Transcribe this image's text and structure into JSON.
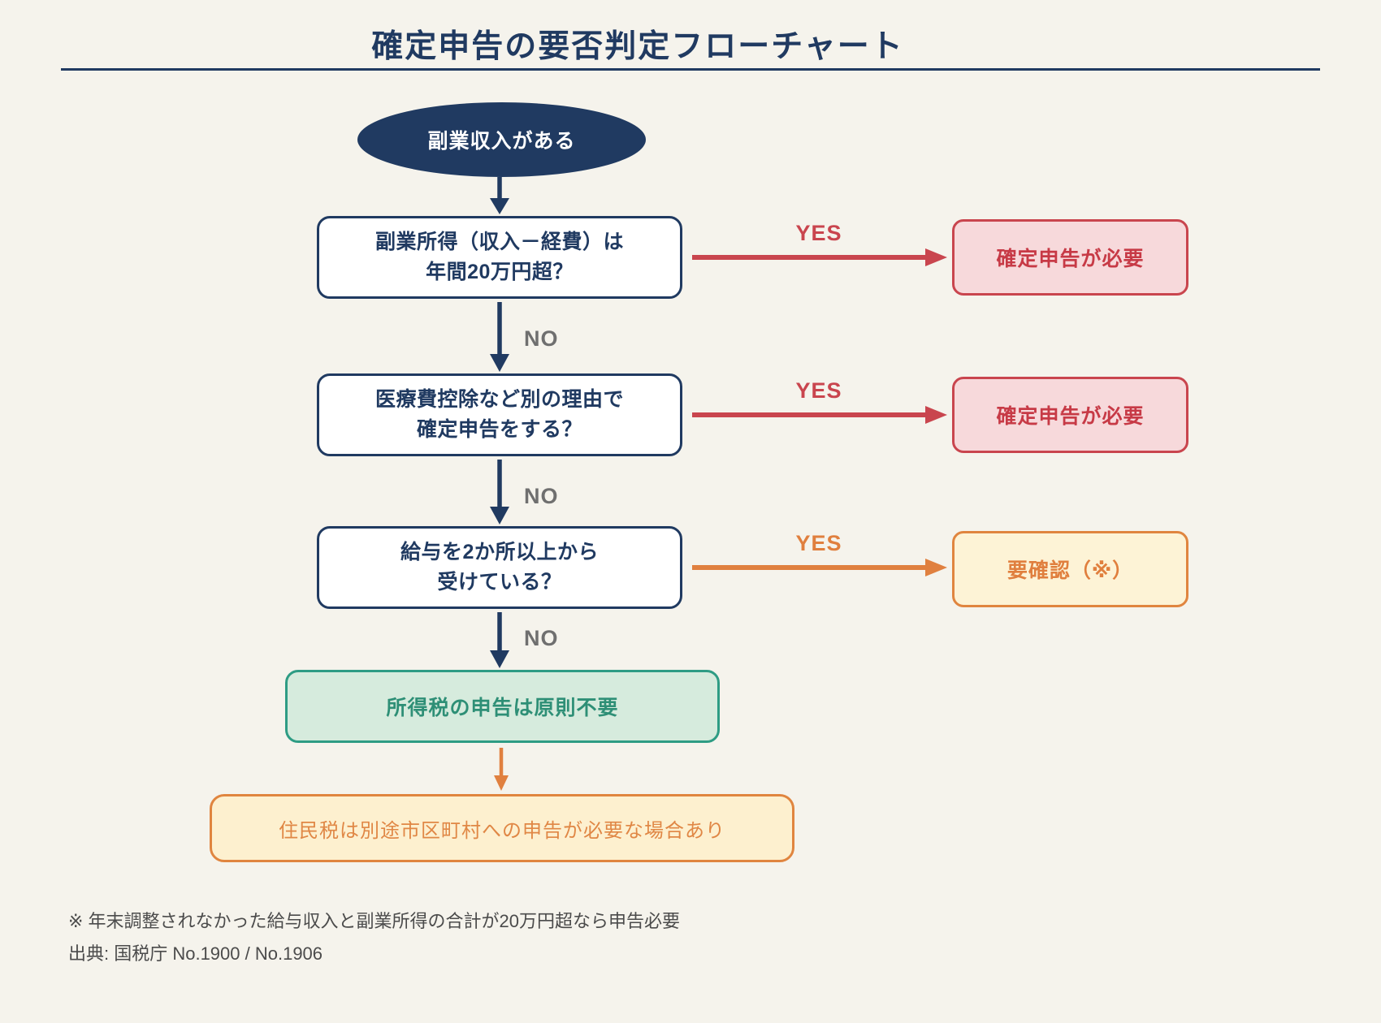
{
  "title": "確定申告の要否判定フローチャート",
  "nodes": {
    "start": {
      "label": "副業収入がある"
    },
    "q1": {
      "line1": "副業所得（収入－経費）は",
      "line2": "年間20万円超？",
      "yes": "YES",
      "no": "NO",
      "result": "確定申告が必要"
    },
    "q2": {
      "line1": "医療費控除など別の理由で",
      "line2": "確定申告をする？",
      "yes": "YES",
      "no": "NO",
      "result": "確定申告が必要"
    },
    "q3": {
      "line1": "給与を2か所以上から",
      "line2": "受けている？",
      "yes": "YES",
      "no": "NO",
      "result": "要確認（※）"
    },
    "end": {
      "label": "所得税の申告は原則不要"
    },
    "note": {
      "label": "住民税は別途市区町村への申告が必要な場合あり"
    }
  },
  "footnotes": {
    "line1": "※ 年末調整されなかった給与収入と副業所得の合計が20万円超なら申告必要",
    "line2": "出典: 国税庁 No.1900 / No.1906"
  },
  "colors": {
    "background": "#f5f3ec",
    "navy": "#203a61",
    "red": "#c9454e",
    "red_box_bg": "#f7d9db",
    "red_box_text": "#c73a46",
    "orange": "#e07f3e",
    "orange_box_bg": "#fdf3d6",
    "note_box_bg": "#fdf0cf",
    "green_border": "#2e9c84",
    "green_bg": "#d6ebdd",
    "green_text": "#2e8f76",
    "no_label_gray": "#6f6f6f",
    "footnote_gray": "#4b4b4b"
  }
}
